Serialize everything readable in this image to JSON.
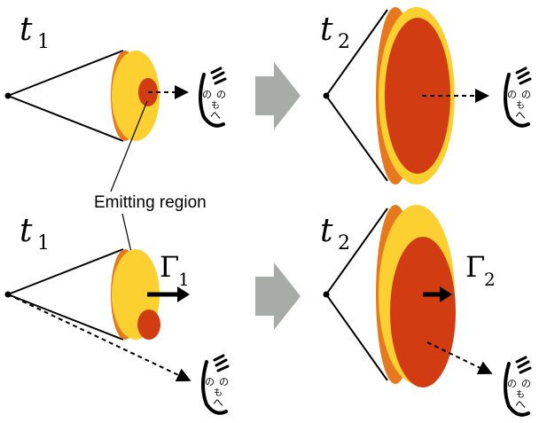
{
  "labels": {
    "time": "t",
    "sub1": "1",
    "sub2": "2",
    "gamma": "Γ",
    "emitting_region": "Emitting region",
    "face_glyph_1": "の",
    "face_glyph_2": "も",
    "face_glyph_3": "へ"
  },
  "colors": {
    "outer_disc": "#fcd030",
    "disc_edge": "#e6781e",
    "emitting": "#d23c12",
    "arrow_gray": "#a8aca8",
    "line": "#000000"
  },
  "panels": [
    {
      "id": "top-left",
      "time_sub": "1"
    },
    {
      "id": "top-right",
      "time_sub": "2"
    },
    {
      "id": "bottom-left",
      "time_sub": "1",
      "lorentz_sub": "1"
    },
    {
      "id": "bottom-right",
      "time_sub": "2",
      "lorentz_sub": "2"
    }
  ]
}
